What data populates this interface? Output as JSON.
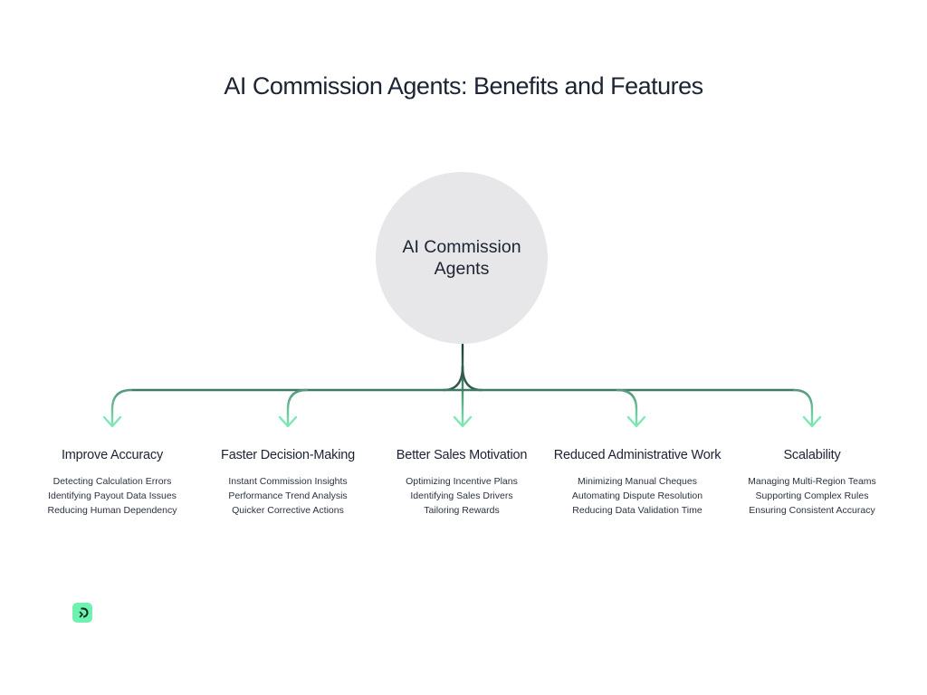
{
  "title": "AI Commission Agents: Benefits and Features",
  "hub": {
    "label": "AI Commission Agents"
  },
  "colors": {
    "connector_dark": "#2f5a4c",
    "connector_light": "#7ee8b4",
    "hub_fill": "#e7e7e9",
    "logo_fill": "#6ef2b0"
  },
  "branches": [
    {
      "title": "Improve Accuracy",
      "items": [
        "Detecting Calculation Errors",
        "Identifying Payout Data Issues",
        "Reducing Human Dependency"
      ]
    },
    {
      "title": "Faster Decision-Making",
      "items": [
        "Instant Commission Insights",
        "Performance Trend Analysis",
        "Quicker Corrective Actions"
      ]
    },
    {
      "title": "Better Sales Motivation",
      "items": [
        "Optimizing Incentive Plans",
        "Identifying Sales Drivers",
        "Tailoring Rewards"
      ]
    },
    {
      "title": "Reduced Administrative Work",
      "items": [
        "Minimizing Manual Cheques",
        "Automating Dispute Resolution",
        "Reducing Data Validation Time"
      ]
    },
    {
      "title": "Scalability",
      "items": [
        "Managing Multi-Region Teams",
        "Supporting Complex Rules",
        "Ensuring Consistent Accuracy"
      ]
    }
  ],
  "logo": {
    "icon": "brand-logo-icon"
  }
}
